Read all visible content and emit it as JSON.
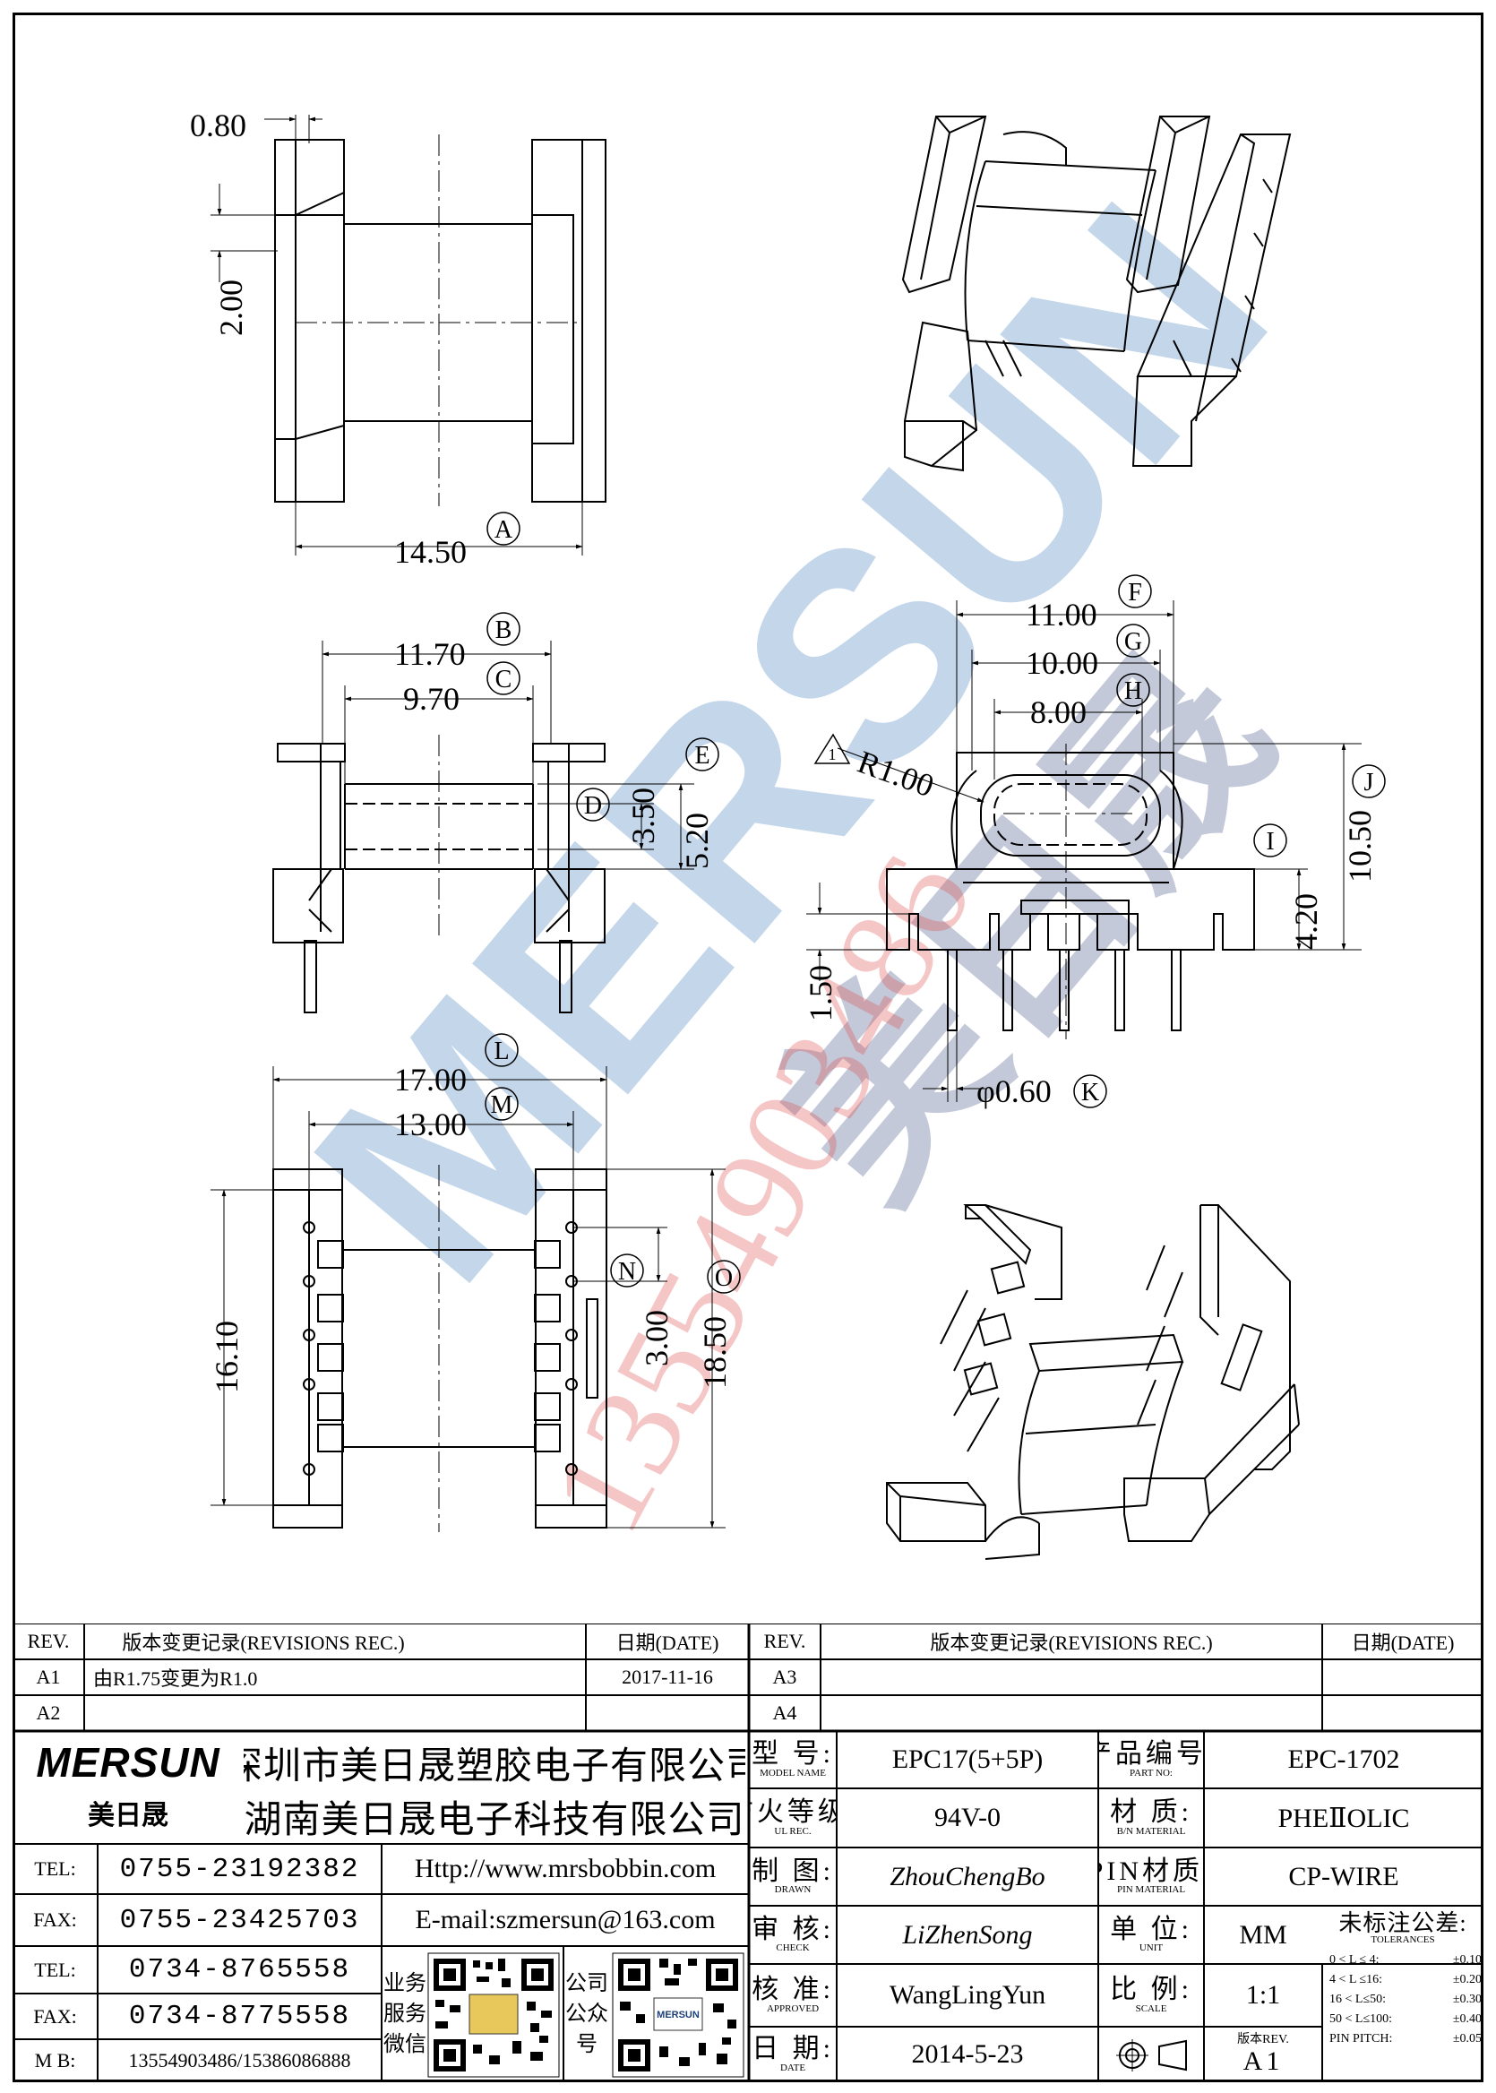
{
  "dimensions": {
    "d080": "0.80",
    "d200": "2.00",
    "d1450": "14.50",
    "d1170": "11.70",
    "d970": "9.70",
    "d350": "3.50",
    "d520": "5.20",
    "d1100": "11.00",
    "d1000": "10.00",
    "d800": "8.00",
    "r100": "R1.00",
    "d1050": "10.50",
    "d420": "4.20",
    "d150": "1.50",
    "phi060": "φ0.60",
    "d1700": "17.00",
    "d1300": "13.00",
    "d1610": "16.10",
    "d300": "3.00",
    "d1850": "18.50"
  },
  "refs": {
    "A": "A",
    "B": "B",
    "C": "C",
    "D": "D",
    "E": "E",
    "F": "F",
    "G": "G",
    "H": "H",
    "I": "I",
    "J": "J",
    "K": "K",
    "L": "L",
    "M": "M",
    "N": "N",
    "O": "O",
    "tri": "1"
  },
  "watermark": {
    "brand": "MERSUN",
    "brand_cn": "美日晟",
    "phone": "13554903486"
  },
  "revisions_left": {
    "header": {
      "rev": "REV.",
      "desc": "版本变更记录(REVISIONS REC.)",
      "date": "日期(DATE)"
    },
    "rows": [
      {
        "rev": "A1",
        "desc": "由R1.75变更为R1.0",
        "date": "2017-11-16"
      },
      {
        "rev": "A2",
        "desc": "",
        "date": ""
      }
    ]
  },
  "revisions_right": {
    "header": {
      "rev": "REV.",
      "desc": "版本变更记录(REVISIONS REC.)",
      "date": "日期(DATE)"
    },
    "rows": [
      {
        "rev": "A3",
        "desc": "",
        "date": ""
      },
      {
        "rev": "A4",
        "desc": "",
        "date": ""
      }
    ]
  },
  "company": {
    "logo": "MERSUN",
    "logo_cn": "美日晟",
    "name1": "深圳市美日晟塑胶电子有限公司",
    "name2": "湖南美日晟电子科技有限公司",
    "contacts": [
      {
        "label": "TEL:",
        "value": "0755-23192382",
        "extra": "Http://www.mrsbobbin.com"
      },
      {
        "label": "FAX:",
        "value": "0755-23425703",
        "extra": "E-mail:szmersun@163.com"
      },
      {
        "label": "TEL:",
        "value": "0734-8765558"
      },
      {
        "label": "FAX:",
        "value": "0734-8775558"
      },
      {
        "label": "M B:",
        "value": "13554903486/15386086888"
      }
    ],
    "qr1_label": "业务服务微信",
    "qr2_label": "公司公众号",
    "qr2_logo": "MERSUN"
  },
  "spec": {
    "model": {
      "cn": "型  号:",
      "en": "MODEL NAME",
      "value": "EPC17(5+5P)"
    },
    "part": {
      "cn": "产品编号:",
      "en": "PART NO:",
      "value": "EPC-1702"
    },
    "ul": {
      "cn": "防火等级:",
      "en": "UL REC.",
      "value": "94V-0"
    },
    "material": {
      "cn": "材  质:",
      "en": "B/N MATERIAL",
      "value": "PHEⅡOLIC"
    },
    "drawn": {
      "cn": "制  图:",
      "en": "DRAWN",
      "value": "ZhouChengBo"
    },
    "pin": {
      "cn": "PIN材质:",
      "en": "PIN MATERIAL",
      "value": "CP-WIRE"
    },
    "check": {
      "cn": "审  核:",
      "en": "CHECK",
      "value": "LiZhenSong"
    },
    "unit": {
      "cn": "单  位:",
      "en": "UNIT",
      "value": "MM"
    },
    "approved": {
      "cn": "核  准:",
      "en": "APPROVED",
      "value": "WangLingYun"
    },
    "scale": {
      "cn": "比  例:",
      "en": "SCALE",
      "value": "1:1"
    },
    "date": {
      "cn": "日  期:",
      "en": "DATE",
      "value": "2014-5-23"
    },
    "version": {
      "cn": "版本REV.",
      "value": "A1"
    },
    "tolerance": {
      "cn": "未标注公差:",
      "en": "TOLERANCES",
      "rows": [
        [
          "0 < L ≤  4:",
          "±0.10"
        ],
        [
          "4 < L ≤16:",
          "±0.20"
        ],
        [
          "16 < L≤50:",
          "±0.30"
        ],
        [
          "50 < L≤100:",
          "±0.40"
        ],
        [
          "PIN PITCH:",
          "±0.05"
        ]
      ]
    }
  }
}
